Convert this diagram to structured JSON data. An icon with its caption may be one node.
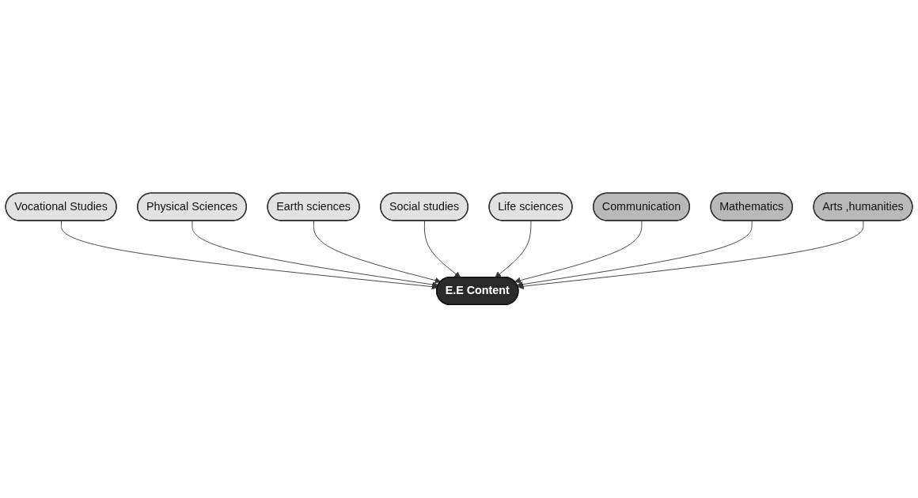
{
  "diagram": {
    "nodes": [
      {
        "text": [
          "Vocational Studies"
        ]
      },
      {
        "text": [
          "Physical Sciences"
        ]
      },
      {
        "text": [
          "Earth sciences"
        ]
      },
      {
        "text": [
          "Social studies"
        ]
      },
      {
        "text": [
          "E.E Content"
        ]
      },
      {
        "text": [
          "Life sciences"
        ]
      },
      {
        "text": [
          "Communication"
        ]
      },
      {
        "text": [
          "Mathematics"
        ]
      },
      {
        "text": [
          "Arts ,humanities"
        ]
      }
    ],
    "edges": [
      {
        "from": 0,
        "to": 4,
        "arrow": "to"
      },
      {
        "from": 1,
        "to": 4,
        "arrow": "to"
      },
      {
        "from": 2,
        "to": 4,
        "arrow": "to"
      },
      {
        "from": 3,
        "to": 4,
        "arrow": "to"
      },
      {
        "from": 5,
        "to": 4,
        "arrow": "to"
      },
      {
        "from": 6,
        "to": 4,
        "arrow": "to"
      },
      {
        "from": 7,
        "to": 4,
        "arrow": "to"
      },
      {
        "from": 8,
        "to": 4,
        "arrow": "to"
      }
    ]
  }
}
